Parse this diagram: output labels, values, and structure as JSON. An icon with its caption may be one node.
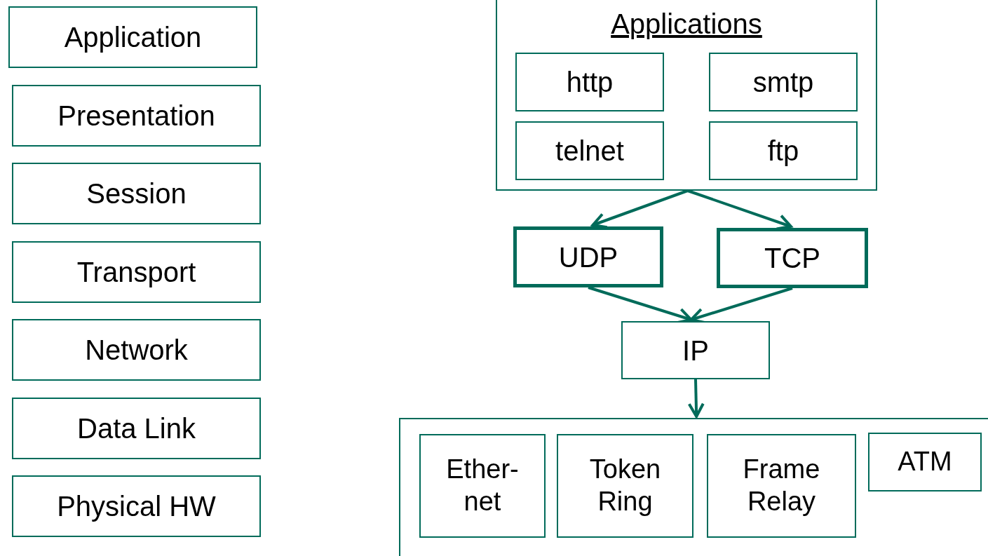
{
  "diagram": {
    "nodes": [
      {
        "text": [
          "Application"
        ]
      },
      {
        "text": [
          "Presentation"
        ]
      },
      {
        "text": [
          "Session"
        ]
      },
      {
        "text": [
          "Transport"
        ]
      },
      {
        "text": [
          "Network"
        ]
      },
      {
        "text": [
          "Data Link"
        ]
      },
      {
        "text": [
          "Physical HW"
        ]
      },
      {
        "text": [
          "Applications"
        ]
      },
      {
        "text": [
          "http"
        ],
        "in": 7
      },
      {
        "text": [
          "smtp"
        ],
        "in": 7
      },
      {
        "text": [
          "telnet"
        ],
        "in": 7
      },
      {
        "text": [
          "ftp"
        ],
        "in": 7
      },
      {
        "text": [
          "UDP"
        ]
      },
      {
        "text": [
          "TCP"
        ]
      },
      {
        "text": [
          "IP"
        ]
      },
      {
        "text": [],
        "shape": "box"
      },
      {
        "text": [
          "Ether-net"
        ],
        "in": 15
      },
      {
        "text": [
          "Token Ring"
        ],
        "in": 15
      },
      {
        "text": [
          "Frame Relay"
        ],
        "in": 15
      },
      {
        "text": [
          "ATM"
        ],
        "in": 15
      }
    ],
    "edges": [
      {
        "from": 7,
        "to": 12,
        "arrow": "to"
      },
      {
        "from": 7,
        "to": 13,
        "arrow": "to"
      },
      {
        "from": 12,
        "to": 14,
        "arrow": "to"
      },
      {
        "from": 13,
        "to": 14,
        "arrow": "to"
      },
      {
        "from": 14,
        "to": 15,
        "arrow": "to"
      }
    ]
  }
}
